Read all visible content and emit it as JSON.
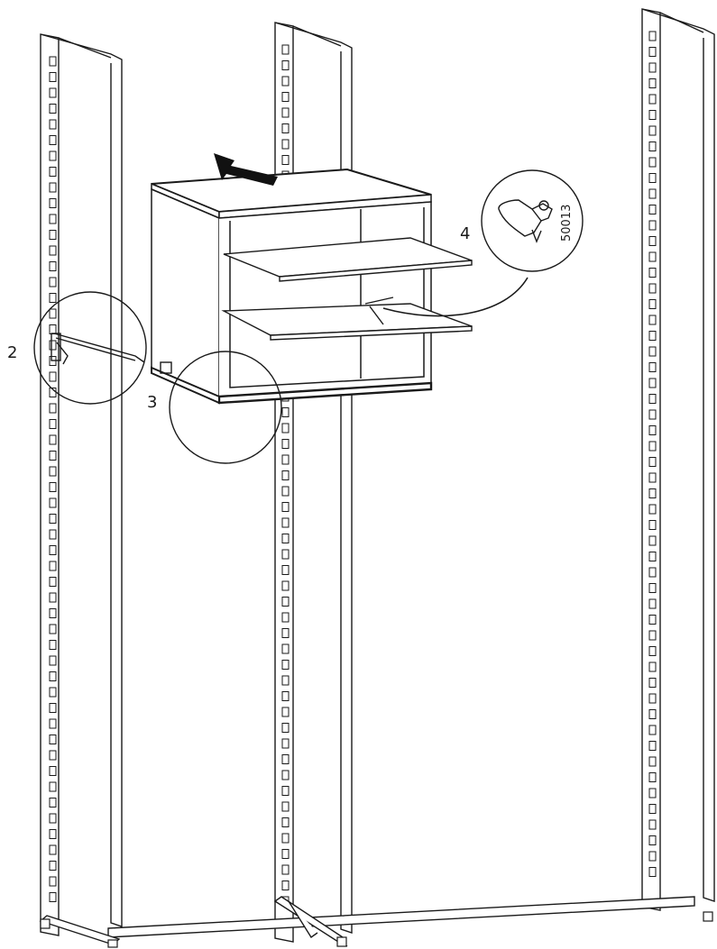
{
  "diagram": {
    "step_callouts": [
      "2",
      "3",
      "4"
    ],
    "part_code": "50013",
    "colors": {
      "line": "#1a1a1a",
      "fill": "#ffffff",
      "arrow": "#111111"
    }
  }
}
